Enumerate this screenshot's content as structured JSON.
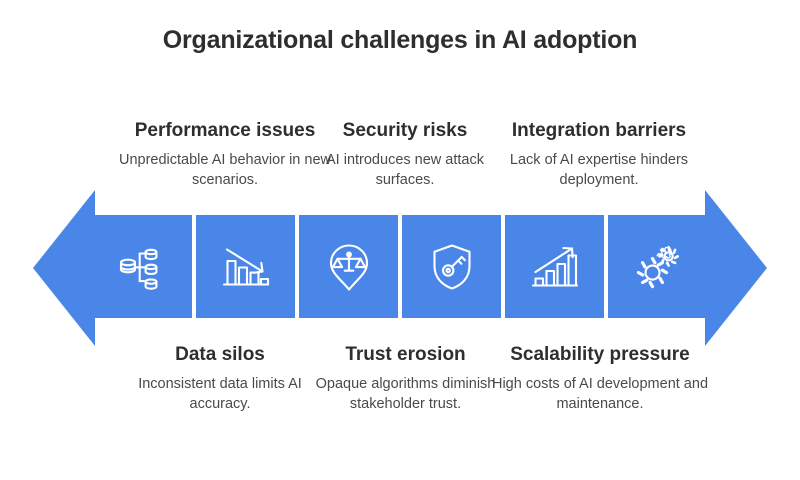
{
  "title": "Organizational challenges in AI adoption",
  "theme": {
    "accent": "#4a86e8",
    "heading_color": "#2e2e2e",
    "body_color": "#4a4a4a",
    "background": "#ffffff"
  },
  "arrow": {
    "left_head": "arrow-head-left",
    "right_head": "arrow-head-right",
    "direction": "bidirectional"
  },
  "tiles": [
    {
      "icon": "data-silos-icon",
      "icon_label": "database-branching-icon"
    },
    {
      "icon": "declining-bar-chart-icon",
      "icon_label": "bar-chart-down-arrow-icon"
    },
    {
      "icon": "trust-scales-pin-icon",
      "icon_label": "balance-scales-pin-icon"
    },
    {
      "icon": "shield-key-icon",
      "icon_label": "shield-with-key-icon"
    },
    {
      "icon": "growth-bar-chart-icon",
      "icon_label": "bar-chart-up-arrow-icon"
    },
    {
      "icon": "gears-icon",
      "icon_label": "two-gears-icon"
    }
  ],
  "top_labels": [
    {
      "heading": "Performance issues",
      "desc": "Unpredictable AI behavior in new scenarios."
    },
    {
      "heading": "Security risks",
      "desc": "AI introduces new attack surfaces."
    },
    {
      "heading": "Integration barriers",
      "desc": "Lack of AI expertise hinders deployment."
    }
  ],
  "bottom_labels": [
    {
      "heading": "Data silos",
      "desc": "Inconsistent data limits AI accuracy."
    },
    {
      "heading": "Trust erosion",
      "desc": "Opaque algorithms diminish stakeholder trust."
    },
    {
      "heading": "Scalability pressure",
      "desc": "High costs of AI development and maintenance."
    }
  ]
}
